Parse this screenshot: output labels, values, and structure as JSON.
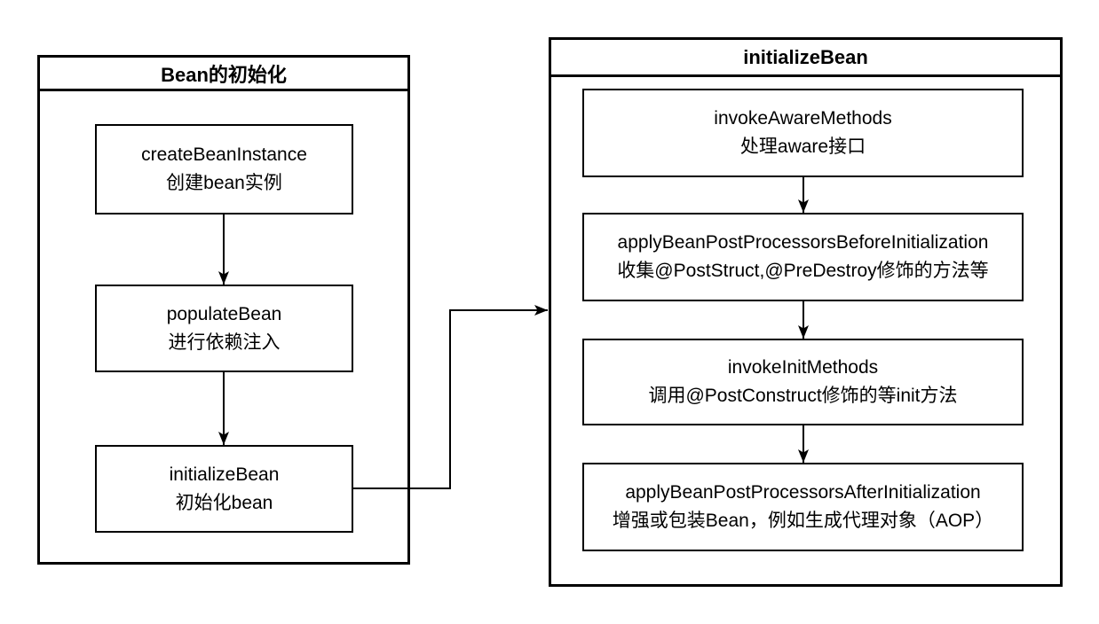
{
  "left_panel": {
    "title": "Bean的初始化",
    "nodes": [
      {
        "name": "createBeanInstance",
        "desc": "创建bean实例"
      },
      {
        "name": "populateBean",
        "desc": "进行依赖注入"
      },
      {
        "name": "initializeBean",
        "desc": "初始化bean"
      }
    ]
  },
  "right_panel": {
    "title": "initializeBean",
    "nodes": [
      {
        "name": "invokeAwareMethods",
        "desc": "处理aware接口"
      },
      {
        "name": "applyBeanPostProcessorsBeforeInitialization",
        "desc": "收集@PostStruct,@PreDestroy修饰的方法等"
      },
      {
        "name": "invokeInitMethods",
        "desc": "调用@PostConstruct修饰的等init方法"
      },
      {
        "name": "applyBeanPostProcessorsAfterInitialization",
        "desc": "增强或包装Bean，例如生成代理对象（AOP）"
      }
    ]
  },
  "colors": {
    "line": "#000000",
    "background": "#ffffff",
    "text": "#000000"
  }
}
